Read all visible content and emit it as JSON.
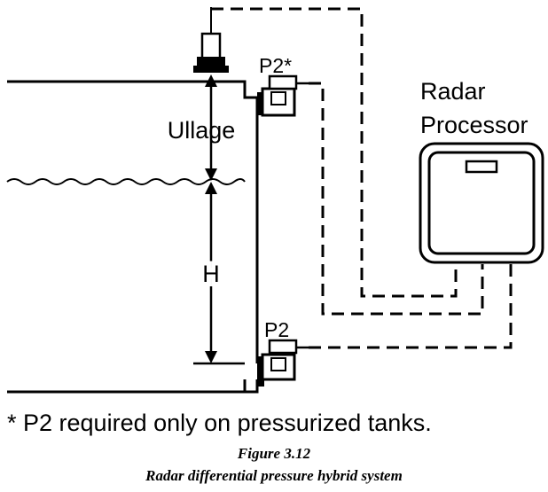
{
  "diagram": {
    "labels": {
      "ullage": "Ullage",
      "height": "H",
      "p2_top": "P2*",
      "p2_bottom": "P2",
      "processor_line1": "Radar",
      "processor_line2": "Processor"
    },
    "footnote": "* P2 required only  on pressurized tanks.",
    "figure_number": "Figure 3.12",
    "figure_title": "Radar differential pressure hybrid system"
  }
}
